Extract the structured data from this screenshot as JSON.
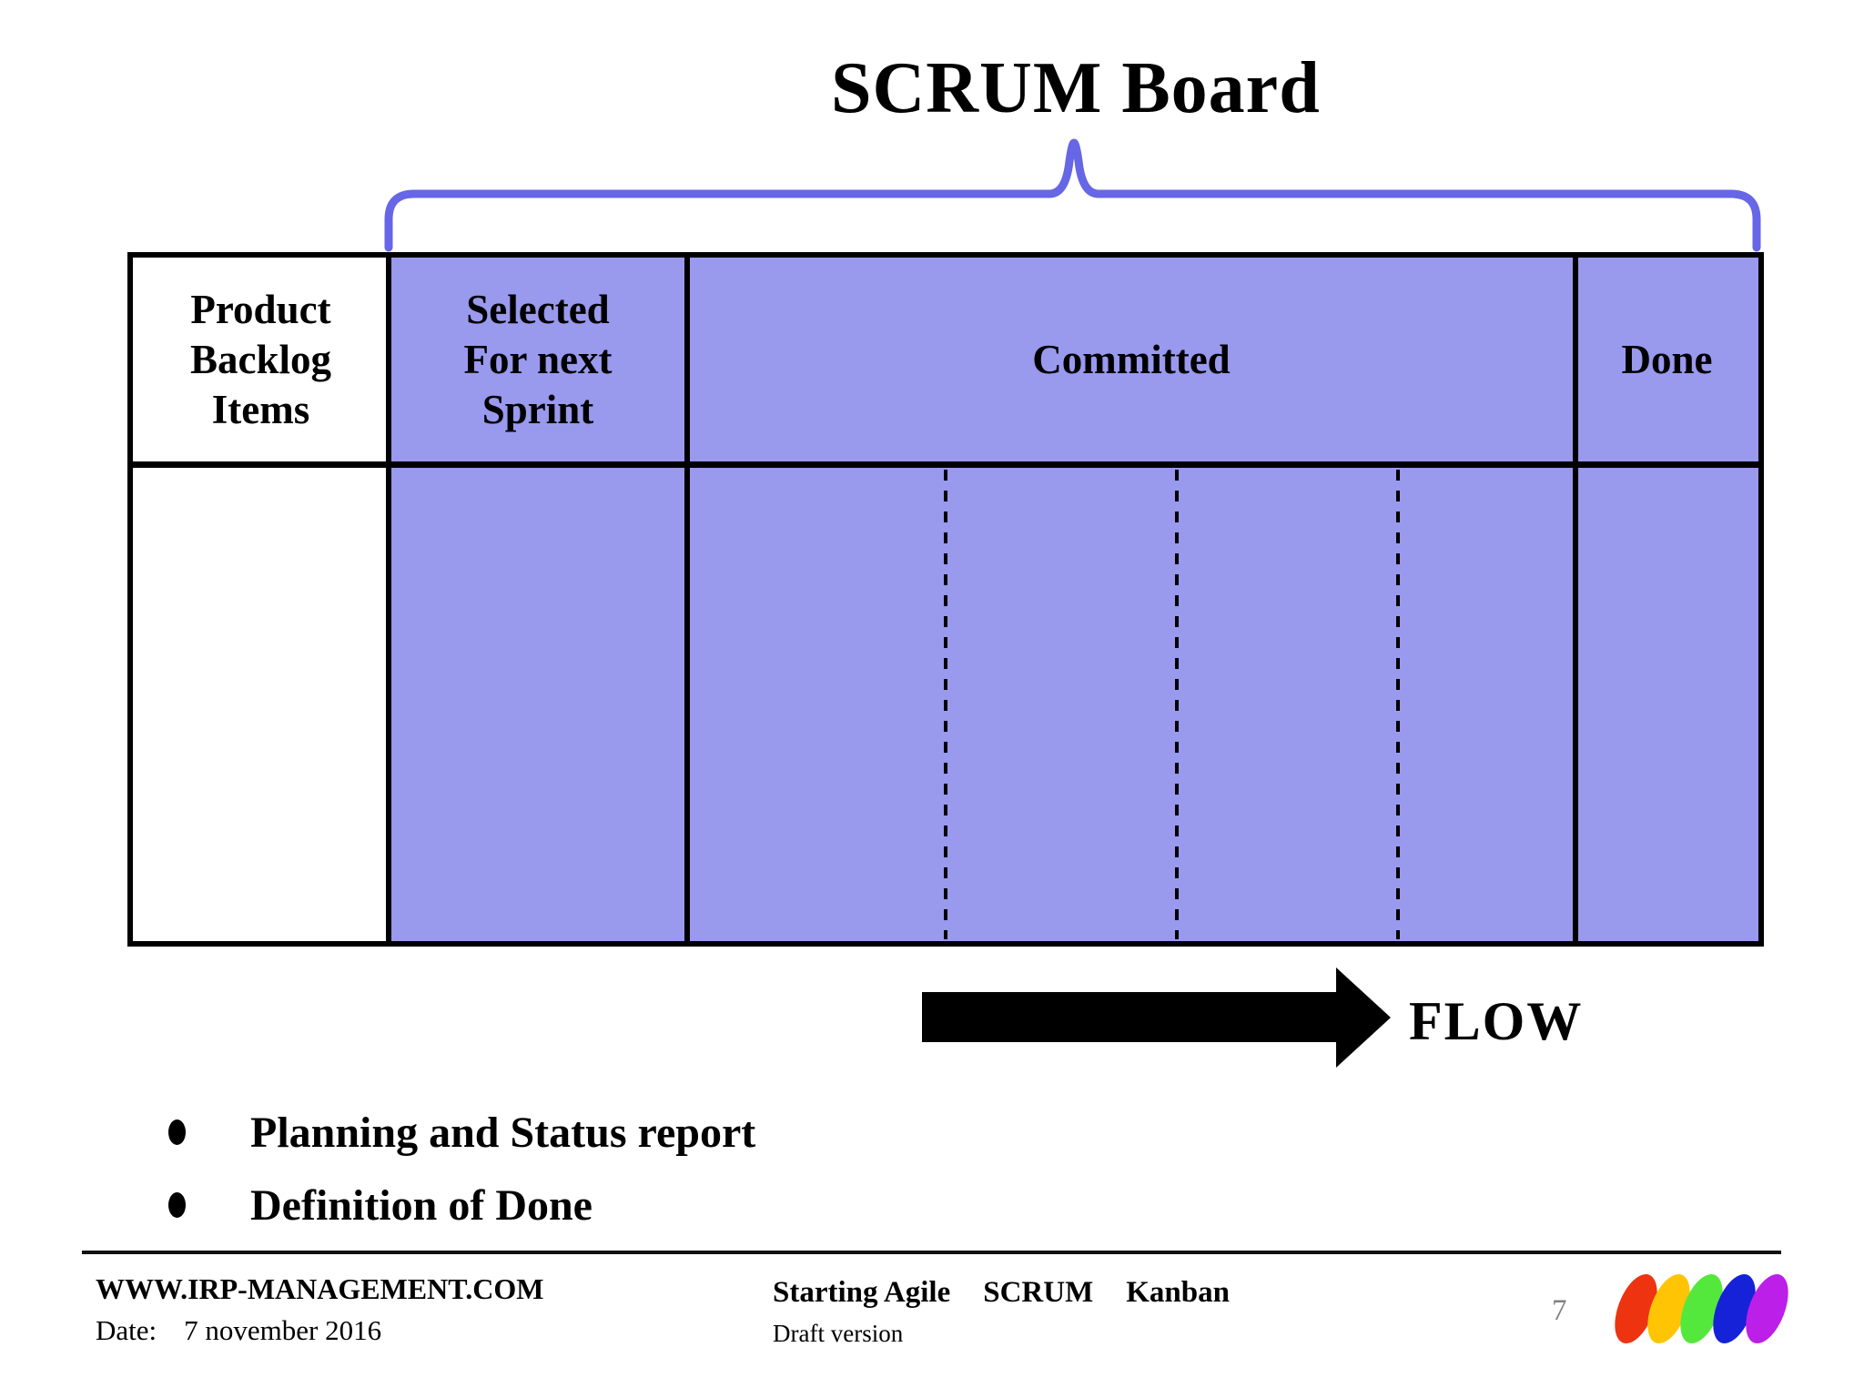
{
  "title": "SCRUM Board",
  "board": {
    "columns": [
      {
        "key": "product-backlog",
        "lines": [
          "Product",
          "Backlog",
          "Items"
        ]
      },
      {
        "key": "selected-for-next-sprint",
        "lines": [
          "Selected",
          "For next",
          "Sprint"
        ]
      },
      {
        "key": "committed",
        "lines": [
          "Committed"
        ]
      },
      {
        "key": "done",
        "lines": [
          "Done"
        ]
      }
    ]
  },
  "flow": {
    "label": "FLOW"
  },
  "bullets": [
    "Planning and Status report",
    "Definition of Done"
  ],
  "footer": {
    "website": "WWW.IRP-MANAGEMENT.COM",
    "date_label": "Date:",
    "date_value": "7 november 2016",
    "center_part1": "Starting Agile",
    "center_part2": "SCRUM",
    "center_part3": "Kanban",
    "center_sub": "Draft version",
    "page_number": "7"
  },
  "colors": {
    "brace": "#6666E6",
    "board_fill": "#9999EE",
    "border": "#000000",
    "page_number": "#808080",
    "logo_red": "#EE3311",
    "logo_yellow": "#FFC404",
    "logo_green": "#55E83C",
    "logo_blue": "#1522D8",
    "logo_magenta": "#BC1FE8"
  }
}
